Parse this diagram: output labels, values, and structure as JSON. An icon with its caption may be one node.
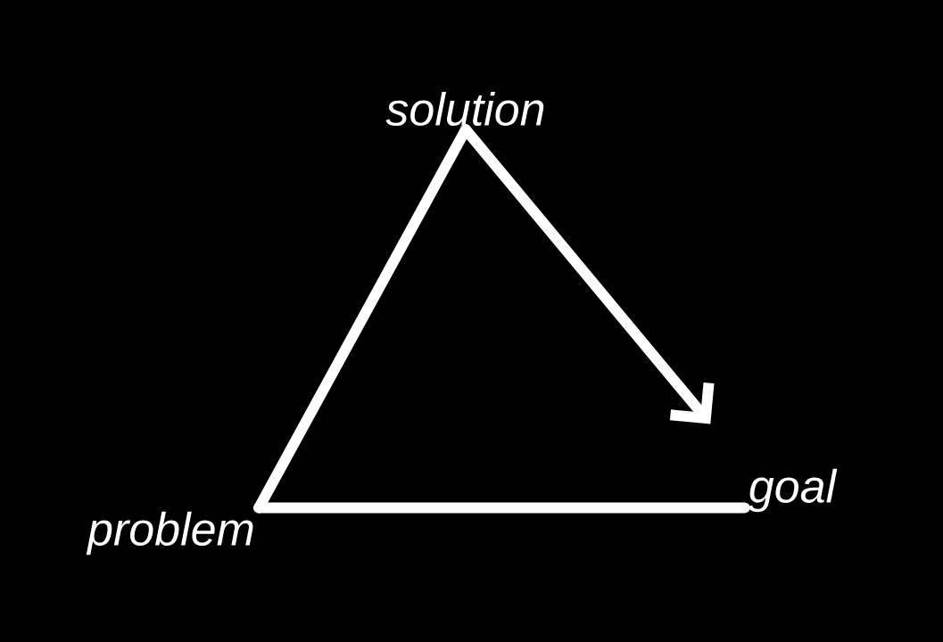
{
  "diagram": {
    "nodes": [
      {
        "text": [
          "solution"
        ]
      },
      {
        "text": [
          "problem"
        ]
      },
      {
        "text": [
          "goal"
        ]
      }
    ],
    "edges": [
      {
        "from": 1,
        "to": 0,
        "arrow": "none"
      },
      {
        "from": 0,
        "to": 2,
        "arrow": "to"
      },
      {
        "from": 1,
        "to": 2,
        "arrow": "none"
      }
    ]
  }
}
